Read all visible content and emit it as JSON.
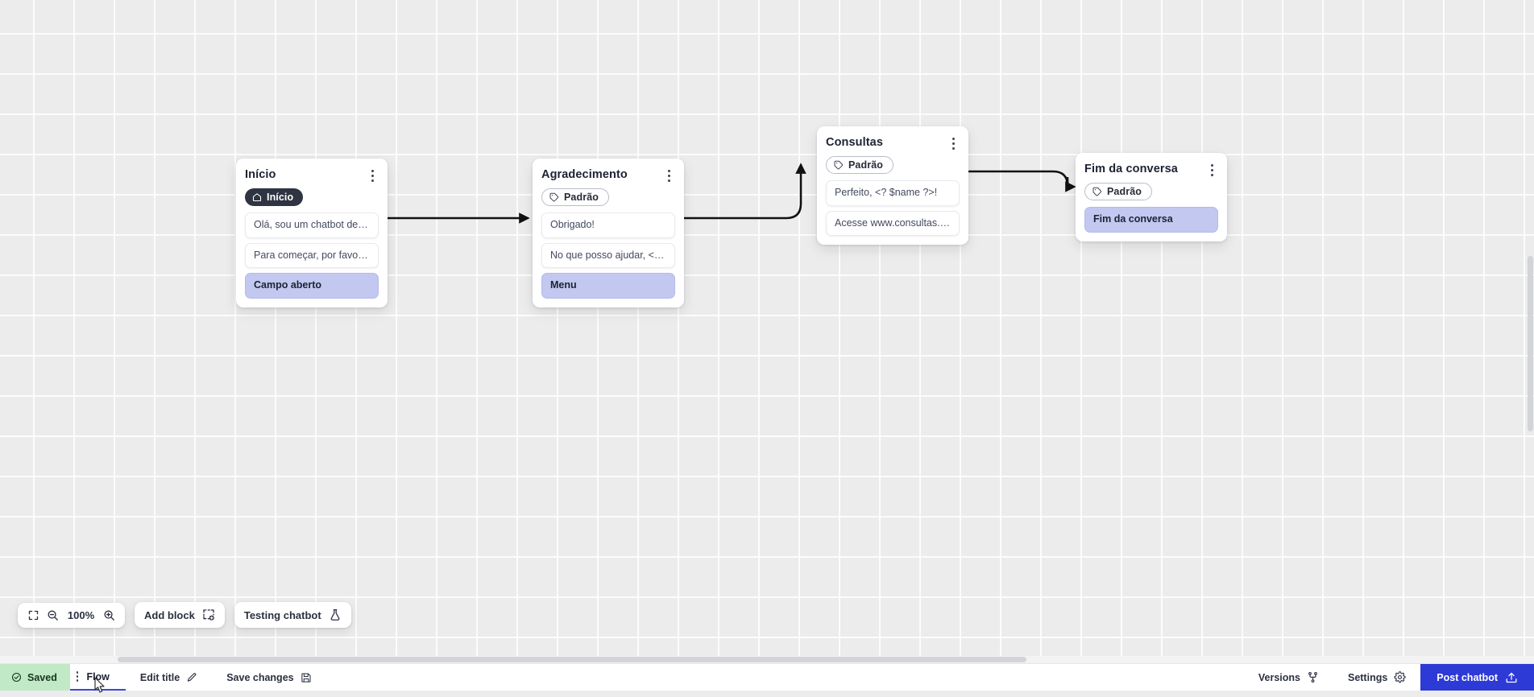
{
  "canvas": {
    "background_color": "#ececec",
    "grid_line_color": "#ffffff",
    "zoom_level": "100%"
  },
  "nodes": [
    {
      "id": "inicio",
      "title": "Início",
      "badge": {
        "label": "Início",
        "style": "dark",
        "icon": "home-icon"
      },
      "rows": [
        {
          "text": "Olá, sou um chatbot de teste!",
          "type": "message"
        },
        {
          "text": "Para começar, por favor digite o ...",
          "type": "message"
        },
        {
          "text": "Campo aberto",
          "type": "action"
        }
      ]
    },
    {
      "id": "agradecimento",
      "title": "Agradecimento",
      "badge": {
        "label": "Padrão",
        "style": "outline",
        "icon": "tag-icon"
      },
      "rows": [
        {
          "text": "Obrigado!",
          "type": "message"
        },
        {
          "text": "No que posso ajudar, <? $name ...",
          "type": "message"
        },
        {
          "text": "Menu",
          "type": "action"
        }
      ]
    },
    {
      "id": "consultas",
      "title": "Consultas",
      "badge": {
        "label": "Padrão",
        "style": "outline",
        "icon": "tag-icon"
      },
      "rows": [
        {
          "text": "Perfeito, <? $name ?>!",
          "type": "message"
        },
        {
          "text": "Acesse www.consultas.com par...",
          "type": "message"
        }
      ]
    },
    {
      "id": "fim-da-conversa",
      "title": "Fim da conversa",
      "badge": {
        "label": "Padrão",
        "style": "outline",
        "icon": "tag-icon"
      },
      "rows": [
        {
          "text": "Fim da conversa",
          "type": "action"
        }
      ]
    }
  ],
  "toolbar": {
    "fit_icon": "fit-screen-icon",
    "zoom_out_icon": "zoom-out-icon",
    "zoom_level": "100%",
    "zoom_in_icon": "zoom-in-icon",
    "add_block_label": "Add block",
    "add_block_icon": "add-block-icon",
    "testing_chatbot_label": "Testing chatbot",
    "testing_chatbot_icon": "flask-icon"
  },
  "statusbar": {
    "saved_label": "Saved",
    "saved_icon": "check-circle-icon",
    "saved_bg_color": "#c2e9c6",
    "flow_tab_label": "Flow",
    "flow_tab_accent": "#3949d8",
    "edit_title_label": "Edit title",
    "edit_title_icon": "pencil-icon",
    "save_changes_label": "Save changes",
    "save_changes_icon": "save-disk-icon",
    "versions_label": "Versions",
    "versions_icon": "branch-icon",
    "settings_label": "Settings",
    "settings_icon": "gear-icon",
    "post_label": "Post chatbot",
    "post_icon": "upload-icon",
    "post_bg_color": "#2d3ad6"
  }
}
